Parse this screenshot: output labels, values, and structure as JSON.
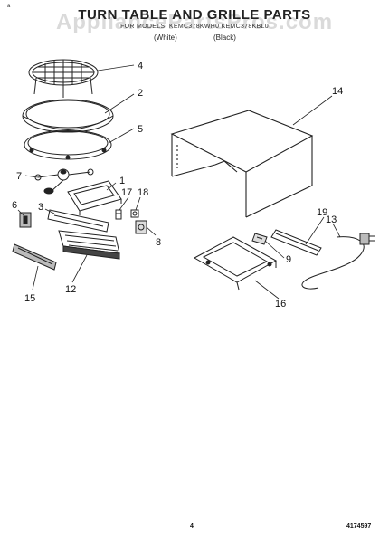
{
  "header": {
    "title": "TURN TABLE AND GRILLE PARTS",
    "watermark": "AppliancePartsPros.com",
    "subtitle": "FOR MODELS: KEMC378KWH0   KEMC378KBL0",
    "variant_white": "(White)",
    "variant_black": "(Black)",
    "corner_mark": "a"
  },
  "callouts": [
    "4",
    "2",
    "5",
    "7",
    "1",
    "17",
    "18",
    "6",
    "3",
    "8",
    "14",
    "19",
    "13",
    "9",
    "15",
    "12",
    "16"
  ],
  "footer": {
    "page_number": "4",
    "document_number": "4174597"
  }
}
